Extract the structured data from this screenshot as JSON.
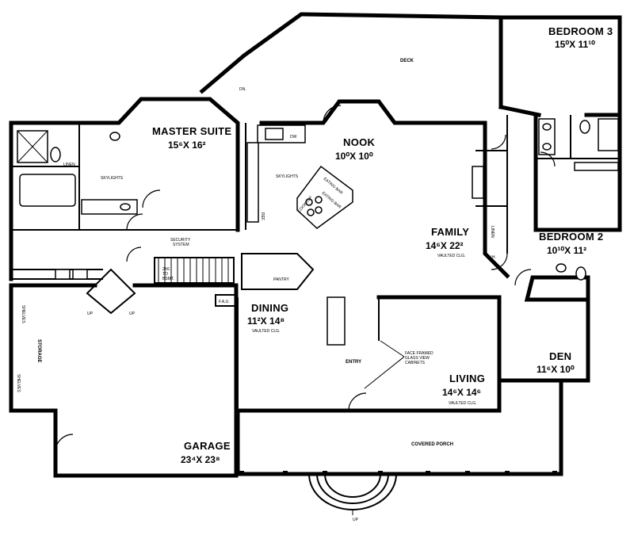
{
  "rooms": {
    "deck": {
      "name": "DECK"
    },
    "bedroom3": {
      "name": "BEDROOM 3",
      "dim": "15⁰X 11¹⁰"
    },
    "master": {
      "name": "MASTER SUITE",
      "dim": "15⁶X 16²"
    },
    "nook": {
      "name": "NOOK",
      "dim": "10⁰X 10⁰"
    },
    "family": {
      "name": "FAMILY",
      "dim": "14⁶X 22²",
      "note": "VAULTED CLG."
    },
    "bedroom2": {
      "name": "BEDROOM 2",
      "dim": "10¹⁰X 11²"
    },
    "dining": {
      "name": "DINING",
      "dim": "11²X 14⁸",
      "note": "VAULTED CLG."
    },
    "entry": {
      "name": "ENTRY"
    },
    "living": {
      "name": "LIVING",
      "dim": "14⁶X 14⁶",
      "note": "VAULTED CLG."
    },
    "den": {
      "name": "DEN",
      "dim": "11⁶X 10⁰"
    },
    "garage": {
      "name": "GARAGE",
      "dim": "23⁴X 23⁸"
    },
    "porch": {
      "name": "COVERED PORCH"
    }
  },
  "labels": {
    "skylights1": "SKYLIGHTS",
    "skylights2": "SKYLIGHTS",
    "security1": "SECURITY",
    "security2": "SYSTEM",
    "pantry": "PANTRY",
    "fau": "F.A.U.",
    "storage": "STORAGE",
    "shelves1": "SHELVES",
    "shelves2": "SHELVES",
    "eating_bar1": "EATING BAR",
    "eating_bar2": "EATING BAR",
    "cooktop": "COOKTOP",
    "dw": "DW",
    "linen1": "LINEN",
    "linen2": "LINEN",
    "wh": "W.H.",
    "dn": "DN.",
    "up1": "UP",
    "up2": "UP",
    "up3": "UP",
    "reu": "REF.",
    "stair_note1": "2X6",
    "stair_note2": "TO",
    "stair_note3": "BSMT.",
    "glass1": "FACE FRAMED",
    "glass2": "GLASS VIEW",
    "glass3": "CABINETS"
  }
}
